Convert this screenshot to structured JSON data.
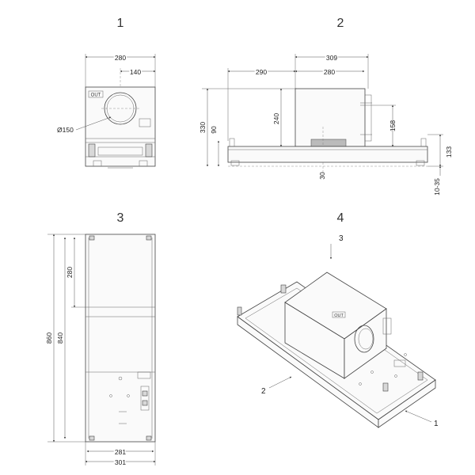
{
  "views": {
    "v1": {
      "label": "1",
      "dims": {
        "width": "280",
        "offset": "140",
        "diameter": "Ø150"
      },
      "badge": "OUT"
    },
    "v2": {
      "label": "2",
      "dims": {
        "top": "309",
        "left": "290",
        "mid": "280",
        "height_outer": "330",
        "height_inner": "90",
        "height_box": "240",
        "height_right": "158",
        "bottom": "30",
        "right_a": "133",
        "right_b": "10-35"
      }
    },
    "v3": {
      "label": "3",
      "dims": {
        "height_total": "860",
        "height_inner": "840",
        "height_top": "280",
        "width_inner": "281",
        "width_outer": "301"
      }
    },
    "v4": {
      "label": "4",
      "callouts": {
        "c1": "1",
        "c2": "2",
        "c3": "3"
      },
      "badge": "OUT"
    }
  }
}
